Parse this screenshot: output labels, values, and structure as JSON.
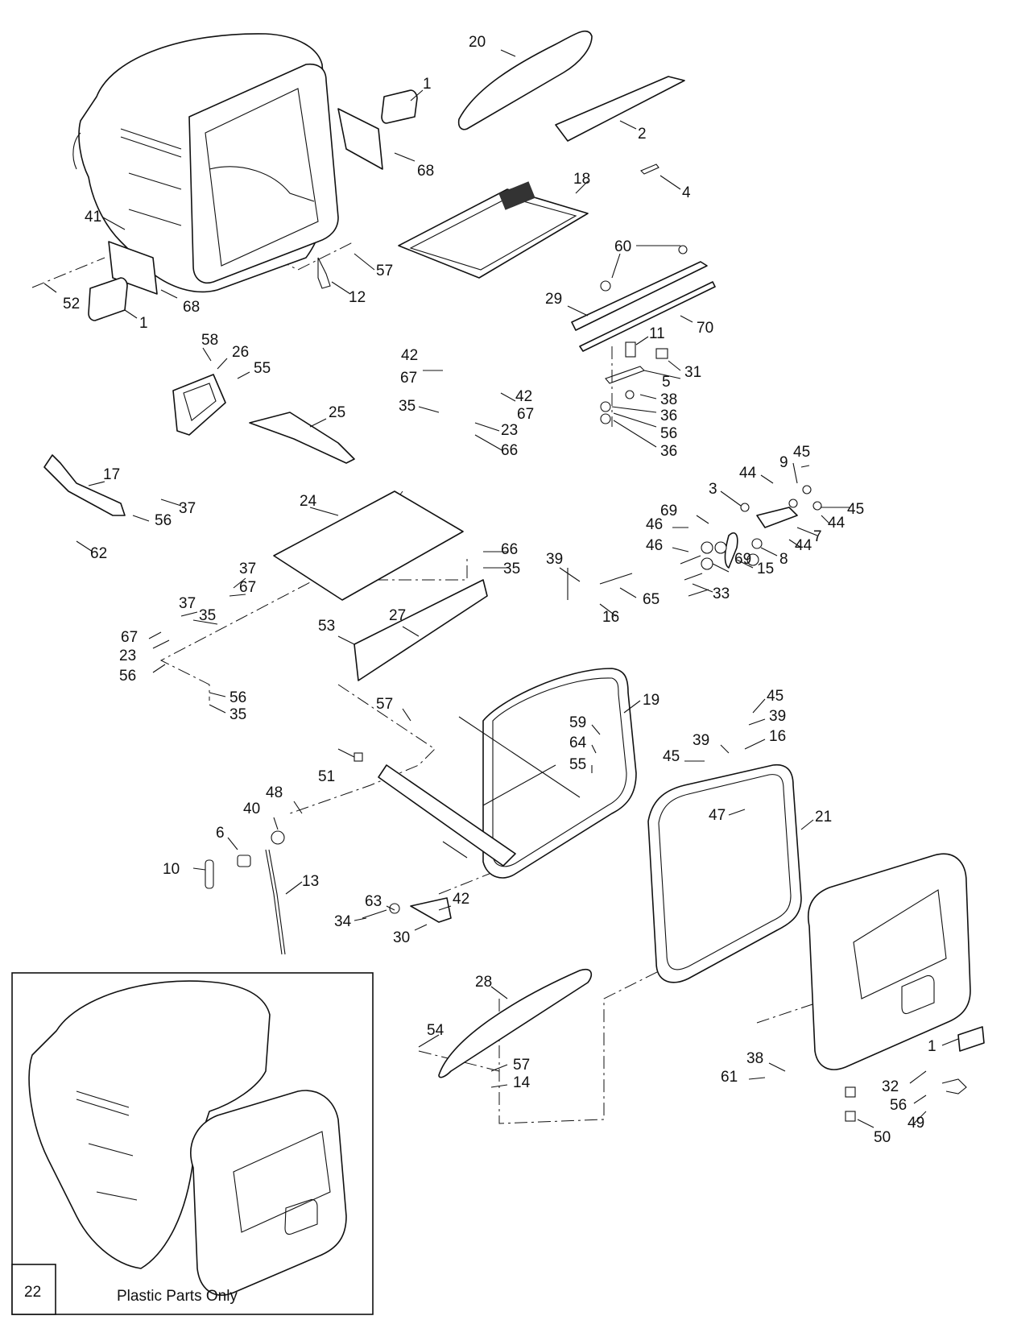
{
  "callouts": [
    {
      "id": "c20",
      "text": "20"
    },
    {
      "id": "c1a",
      "text": "1"
    },
    {
      "id": "c2",
      "text": "2"
    },
    {
      "id": "c68a",
      "text": "68"
    },
    {
      "id": "c4",
      "text": "4"
    },
    {
      "id": "c18",
      "text": "18"
    },
    {
      "id": "c41",
      "text": "41"
    },
    {
      "id": "c57a",
      "text": "57"
    },
    {
      "id": "c12",
      "text": "12"
    },
    {
      "id": "c52",
      "text": "52"
    },
    {
      "id": "c68b",
      "text": "68"
    },
    {
      "id": "c1b",
      "text": "1"
    },
    {
      "id": "c60",
      "text": "60"
    },
    {
      "id": "c29",
      "text": "29"
    },
    {
      "id": "c70",
      "text": "70"
    },
    {
      "id": "c11",
      "text": "11"
    },
    {
      "id": "c31",
      "text": "31"
    },
    {
      "id": "c5",
      "text": "5"
    },
    {
      "id": "c38a",
      "text": "38"
    },
    {
      "id": "c36a",
      "text": "36"
    },
    {
      "id": "c56a",
      "text": "56"
    },
    {
      "id": "c36b",
      "text": "36"
    },
    {
      "id": "c58",
      "text": "58"
    },
    {
      "id": "c26",
      "text": "26"
    },
    {
      "id": "c55a",
      "text": "55"
    },
    {
      "id": "c25",
      "text": "25"
    },
    {
      "id": "c42a",
      "text": "42"
    },
    {
      "id": "c67a",
      "text": "67"
    },
    {
      "id": "c42b",
      "text": "42"
    },
    {
      "id": "c67b",
      "text": "67"
    },
    {
      "id": "c35a",
      "text": "35"
    },
    {
      "id": "c23a",
      "text": "23"
    },
    {
      "id": "c66a",
      "text": "66"
    },
    {
      "id": "c17",
      "text": "17"
    },
    {
      "id": "c37a",
      "text": "37"
    },
    {
      "id": "c56b",
      "text": "56"
    },
    {
      "id": "c62",
      "text": "62"
    },
    {
      "id": "c24",
      "text": "24"
    },
    {
      "id": "c45a",
      "text": "45"
    },
    {
      "id": "c44a",
      "text": "44"
    },
    {
      "id": "c9",
      "text": "9"
    },
    {
      "id": "c3",
      "text": "3"
    },
    {
      "id": "c45b",
      "text": "45"
    },
    {
      "id": "c69a",
      "text": "69"
    },
    {
      "id": "c44b",
      "text": "44"
    },
    {
      "id": "c7",
      "text": "7"
    },
    {
      "id": "c46a",
      "text": "46"
    },
    {
      "id": "c44c",
      "text": "44"
    },
    {
      "id": "c46b",
      "text": "46"
    },
    {
      "id": "c8",
      "text": "8"
    },
    {
      "id": "c15",
      "text": "15"
    },
    {
      "id": "c69b",
      "text": "69"
    },
    {
      "id": "c33",
      "text": "33"
    },
    {
      "id": "c66b",
      "text": "66"
    },
    {
      "id": "c35b",
      "text": "35"
    },
    {
      "id": "c39a",
      "text": "39"
    },
    {
      "id": "c65",
      "text": "65"
    },
    {
      "id": "c16a",
      "text": "16"
    },
    {
      "id": "c37b",
      "text": "37"
    },
    {
      "id": "c67c",
      "text": "67"
    },
    {
      "id": "c37c",
      "text": "37"
    },
    {
      "id": "c35c",
      "text": "35"
    },
    {
      "id": "c67d",
      "text": "67"
    },
    {
      "id": "c23b",
      "text": "23"
    },
    {
      "id": "c56c",
      "text": "56"
    },
    {
      "id": "c53",
      "text": "53"
    },
    {
      "id": "c27",
      "text": "27"
    },
    {
      "id": "c56d",
      "text": "56"
    },
    {
      "id": "c35d",
      "text": "35"
    },
    {
      "id": "c19",
      "text": "19"
    },
    {
      "id": "c57b",
      "text": "57"
    },
    {
      "id": "c59",
      "text": "59"
    },
    {
      "id": "c64",
      "text": "64"
    },
    {
      "id": "c55b",
      "text": "55"
    },
    {
      "id": "c45c",
      "text": "45"
    },
    {
      "id": "c39b",
      "text": "39"
    },
    {
      "id": "c39c",
      "text": "39"
    },
    {
      "id": "c16b",
      "text": "16"
    },
    {
      "id": "c45d",
      "text": "45"
    },
    {
      "id": "c51",
      "text": "51"
    },
    {
      "id": "c48",
      "text": "48"
    },
    {
      "id": "c40",
      "text": "40"
    },
    {
      "id": "c47",
      "text": "47"
    },
    {
      "id": "c21",
      "text": "21"
    },
    {
      "id": "c6",
      "text": "6"
    },
    {
      "id": "c10",
      "text": "10"
    },
    {
      "id": "c13",
      "text": "13"
    },
    {
      "id": "c63",
      "text": "63"
    },
    {
      "id": "c42c",
      "text": "42"
    },
    {
      "id": "c34",
      "text": "34"
    },
    {
      "id": "c30",
      "text": "30"
    },
    {
      "id": "c28",
      "text": "28"
    },
    {
      "id": "c54",
      "text": "54"
    },
    {
      "id": "c57c",
      "text": "57"
    },
    {
      "id": "c14",
      "text": "14"
    },
    {
      "id": "c38b",
      "text": "38"
    },
    {
      "id": "c61",
      "text": "61"
    },
    {
      "id": "c1c",
      "text": "1"
    },
    {
      "id": "c32",
      "text": "32"
    },
    {
      "id": "c56e",
      "text": "56"
    },
    {
      "id": "c49",
      "text": "49"
    },
    {
      "id": "c50",
      "text": "50"
    }
  ],
  "inset": {
    "number": "22",
    "caption": "Plastic Parts Only"
  }
}
